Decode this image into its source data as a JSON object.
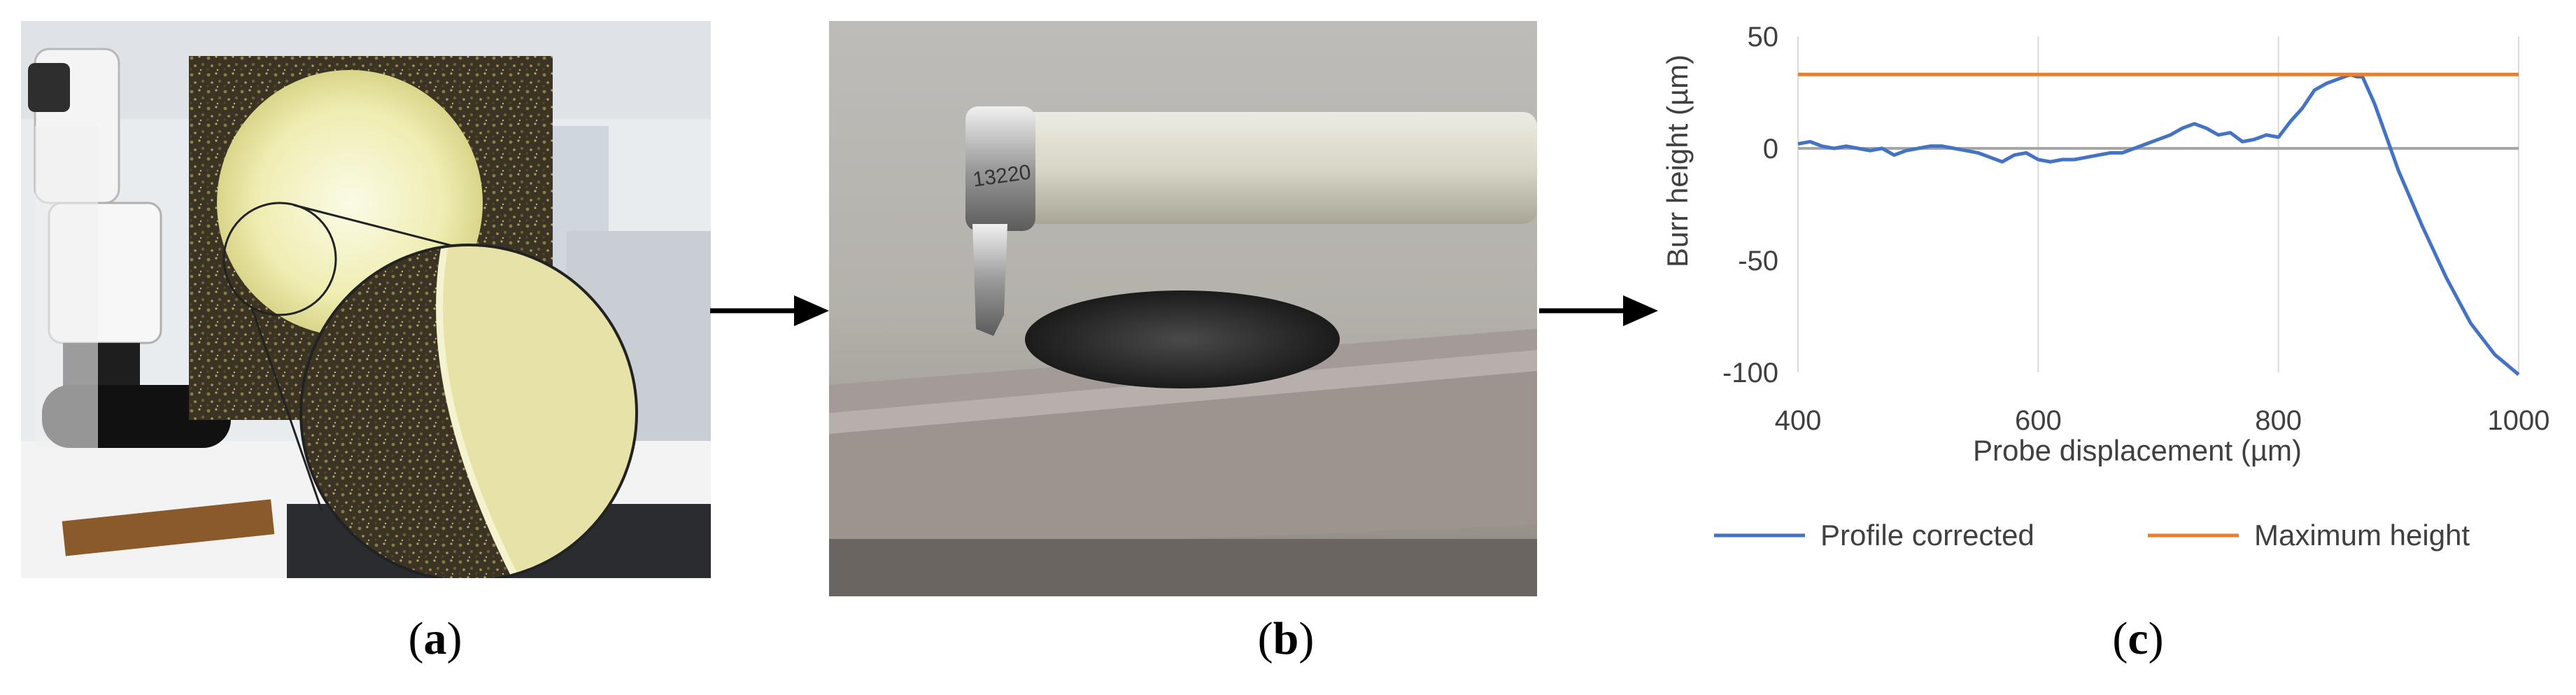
{
  "captions": {
    "a": "a",
    "b": "b",
    "c": "c"
  },
  "panel_b": {
    "probe_marking": "13220"
  },
  "colors": {
    "profile": "#4472C4",
    "max_height": "#ED7D31",
    "zero_line": "#A6A6A6",
    "grid": "#D9D9D9"
  },
  "chart_data": {
    "type": "line",
    "xlabel": "Probe displacement (µm)",
    "ylabel": "Burr height (µm)",
    "xlim": [
      400,
      1000
    ],
    "ylim": [
      -100,
      50
    ],
    "x_ticks": [
      "400",
      "600",
      "800",
      "1000"
    ],
    "y_ticks": [
      "50",
      "0",
      "-50",
      "-100"
    ],
    "grid": "vertical gridlines",
    "legend_position": "bottom",
    "series": [
      {
        "name": "Profile corrected",
        "color": "#4472C4",
        "x": [
          400,
          410,
          420,
          430,
          440,
          450,
          460,
          470,
          480,
          490,
          500,
          510,
          520,
          530,
          540,
          550,
          560,
          570,
          580,
          590,
          600,
          610,
          620,
          630,
          640,
          650,
          660,
          670,
          680,
          690,
          700,
          710,
          720,
          730,
          740,
          750,
          760,
          770,
          780,
          790,
          800,
          810,
          820,
          830,
          840,
          850,
          860,
          865,
          870,
          880,
          890,
          900,
          920,
          940,
          960,
          980,
          1000
        ],
        "y": [
          2,
          3,
          1,
          0,
          1,
          0,
          -1,
          0,
          -3,
          -1,
          0,
          1,
          1,
          0,
          -1,
          -2,
          -4,
          -6,
          -3,
          -2,
          -5,
          -6,
          -5,
          -5,
          -4,
          -3,
          -2,
          -2,
          0,
          2,
          4,
          6,
          9,
          11,
          9,
          6,
          7,
          3,
          4,
          6,
          5,
          12,
          18,
          26,
          29,
          31,
          33,
          32,
          32,
          20,
          5,
          -10,
          -35,
          -58,
          -78,
          -92,
          -101
        ]
      },
      {
        "name": "Maximum height",
        "color": "#ED7D31",
        "x": [
          400,
          1000
        ],
        "y": [
          33,
          33
        ]
      }
    ]
  }
}
